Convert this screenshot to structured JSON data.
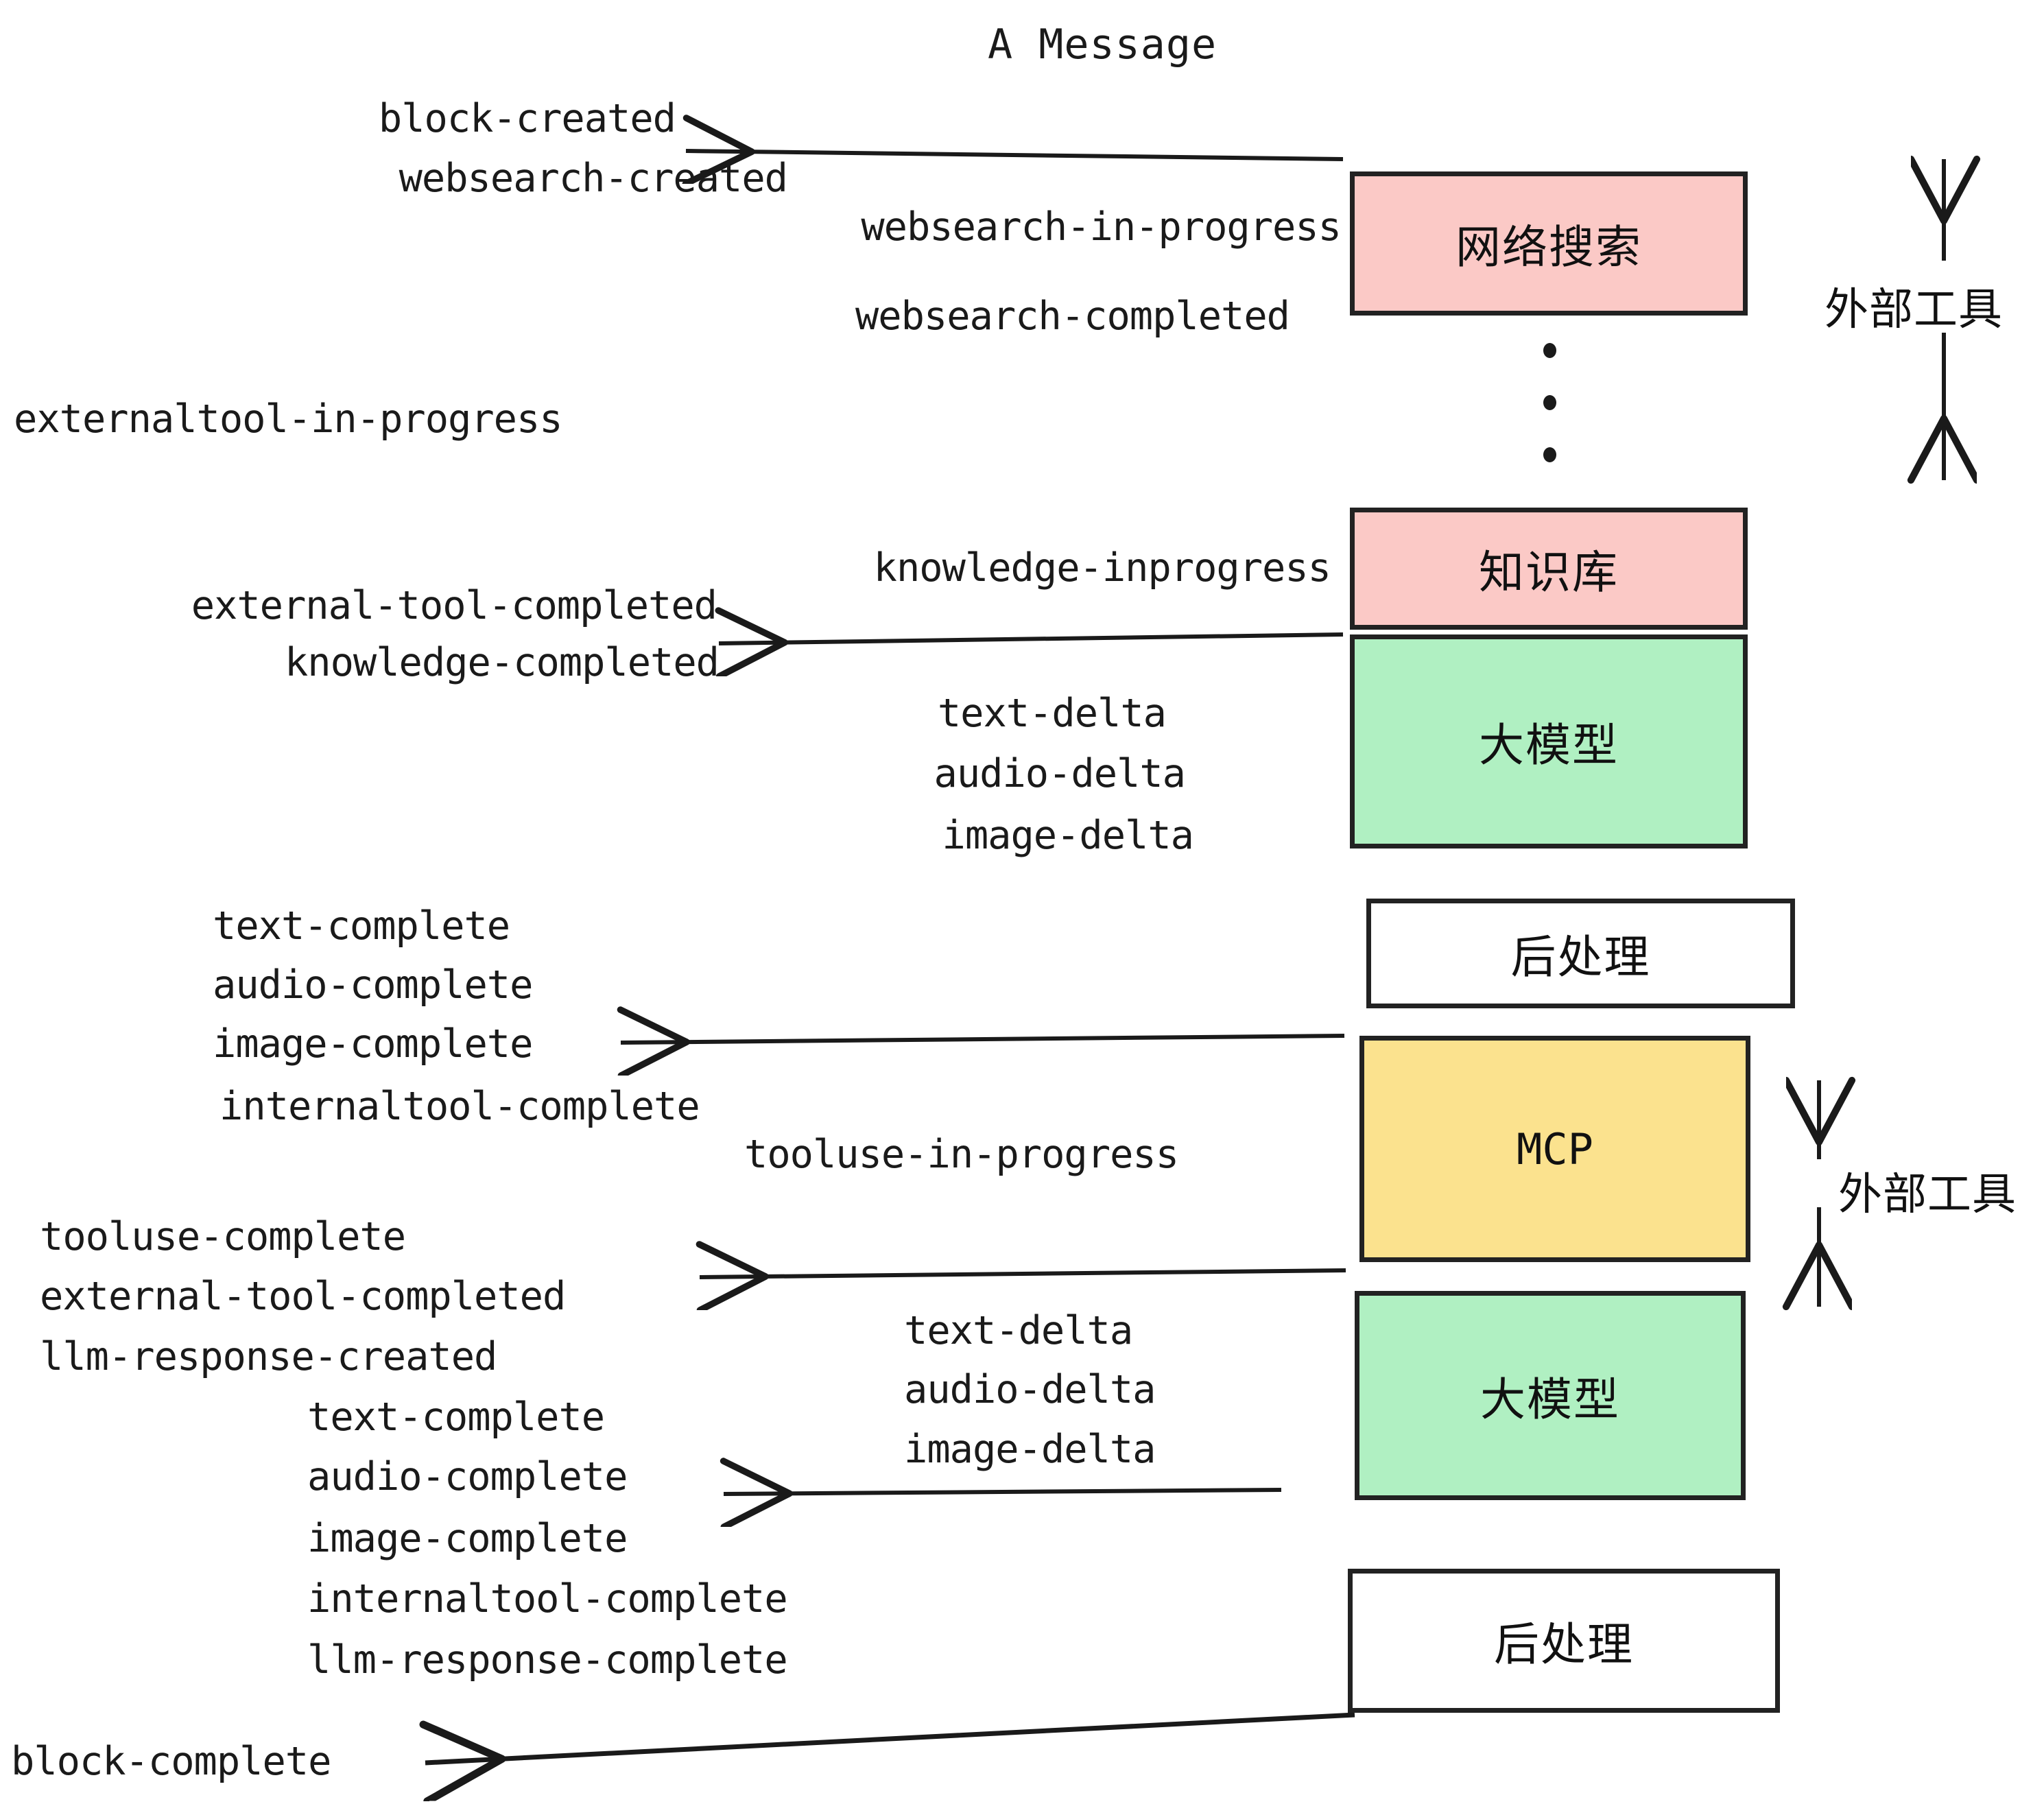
{
  "title": "A Message",
  "colors": {
    "pink": "#fbc9c6",
    "green": "#b0f0c2",
    "yellow": "#fbe28e",
    "white": "#ffffff",
    "stroke": "#222222",
    "text": "#1a1a1a"
  },
  "boxes": [
    {
      "id": "websearch",
      "label": "网络搜索",
      "fill": "#fbc9c6"
    },
    {
      "id": "knowledge",
      "label": "知识库",
      "fill": "#fbc9c6"
    },
    {
      "id": "llm-top",
      "label": "大模型",
      "fill": "#b0f0c2"
    },
    {
      "id": "postprocess-1",
      "label": "后处理",
      "fill": "#ffffff"
    },
    {
      "id": "mcp",
      "label": "MCP",
      "fill": "#fbe28e"
    },
    {
      "id": "llm-bottom",
      "label": "大模型",
      "fill": "#b0f0c2"
    },
    {
      "id": "postprocess-2",
      "label": "后处理",
      "fill": "#ffffff"
    }
  ],
  "side_labels": [
    {
      "id": "external-tools-top",
      "label": "外部工具"
    },
    {
      "id": "external-tools-bottom",
      "label": "外部工具"
    }
  ],
  "events": [
    {
      "id": "block-created",
      "text": "block-created"
    },
    {
      "id": "websearch-created",
      "text": "websearch-created"
    },
    {
      "id": "websearch-in-progress",
      "text": "websearch-in-progress"
    },
    {
      "id": "websearch-completed",
      "text": "websearch-completed"
    },
    {
      "id": "externaltool-in-progress",
      "text": "externaltool-in-progress"
    },
    {
      "id": "knowledge-inprogress",
      "text": "knowledge-inprogress"
    },
    {
      "id": "external-tool-completed-1",
      "text": "external-tool-completed"
    },
    {
      "id": "knowledge-completed",
      "text": "knowledge-completed"
    },
    {
      "id": "text-delta-1",
      "text": "text-delta"
    },
    {
      "id": "audio-delta-1",
      "text": "audio-delta"
    },
    {
      "id": "image-delta-1",
      "text": "image-delta"
    },
    {
      "id": "text-complete-1",
      "text": "text-complete"
    },
    {
      "id": "audio-complete-1",
      "text": "audio-complete"
    },
    {
      "id": "image-complete-1",
      "text": "image-complete"
    },
    {
      "id": "internaltool-complete-1",
      "text": "internaltool-complete"
    },
    {
      "id": "tooluse-in-progress",
      "text": "tooluse-in-progress"
    },
    {
      "id": "tooluse-complete",
      "text": "tooluse-complete"
    },
    {
      "id": "external-tool-completed-2",
      "text": "external-tool-completed"
    },
    {
      "id": "llm-response-created",
      "text": "llm-response-created"
    },
    {
      "id": "text-delta-2",
      "text": "text-delta"
    },
    {
      "id": "audio-delta-2",
      "text": "audio-delta"
    },
    {
      "id": "image-delta-2",
      "text": "image-delta"
    },
    {
      "id": "text-complete-2",
      "text": "text-complete"
    },
    {
      "id": "audio-complete-2",
      "text": "audio-complete"
    },
    {
      "id": "image-complete-2",
      "text": "image-complete"
    },
    {
      "id": "internaltool-complete-2",
      "text": "internaltool-complete"
    },
    {
      "id": "llm-response-complete",
      "text": "llm-response-complete"
    },
    {
      "id": "block-complete",
      "text": "block-complete"
    }
  ]
}
